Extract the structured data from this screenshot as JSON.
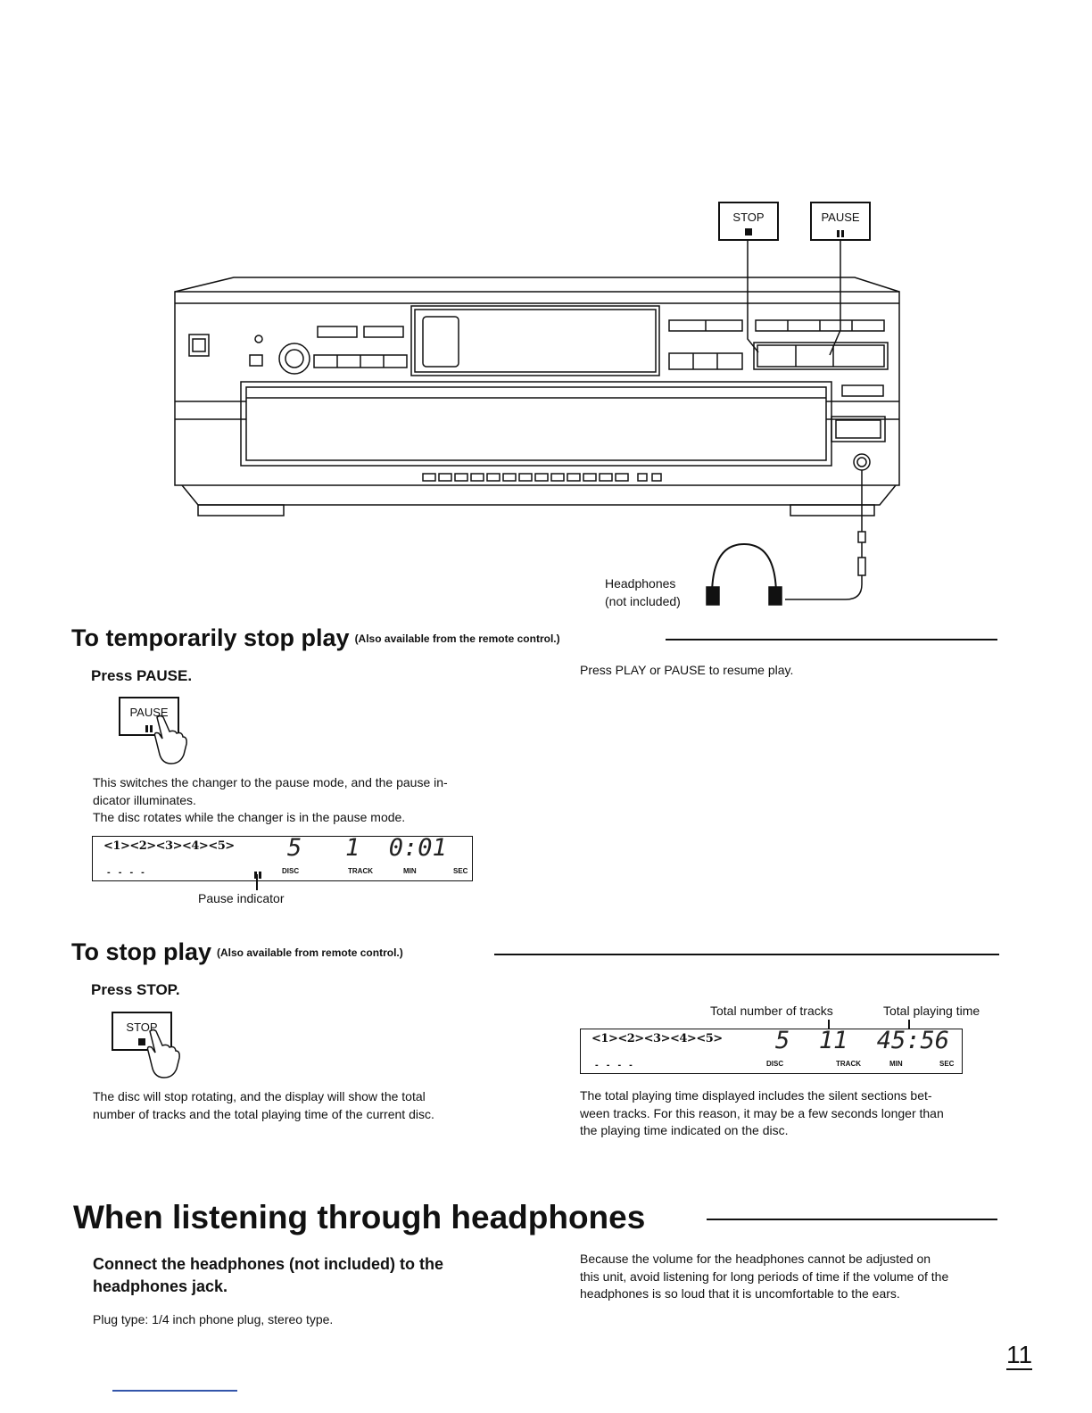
{
  "illustration": {
    "stop_label": "STOP",
    "pause_label": "PAUSE",
    "headphones_caption_1": "Headphones",
    "headphones_caption_2": "(not included)"
  },
  "section_stop_temp": {
    "heading": "To temporarily stop play",
    "note": "(Also available from the remote control.)",
    "instruction": "Press PAUSE.",
    "button_label": "PAUSE",
    "desc_line1": "This switches the changer to the pause mode, and the pause in-",
    "desc_line2": "dicator illuminates.",
    "desc_line3": "The disc rotates while the changer is in the pause mode.",
    "resume": "Press PLAY or PAUSE to resume play.",
    "display": {
      "discs": "<1><2><3><4><5>",
      "digits": "5   1  0:01",
      "disc_label": "DISC",
      "track_label": "TRACK",
      "min_label": "MIN",
      "sec_label": "SEC"
    },
    "pause_indicator": "Pause indicator"
  },
  "section_stop": {
    "heading": "To stop play",
    "note": "(Also available from remote control.)",
    "instruction": "Press STOP.",
    "button_label": "STOP",
    "desc_line1": "The disc will stop rotating, and the display will show the total",
    "desc_line2": "number of tracks and the total playing time of the current disc.",
    "total_tracks": "Total number of tracks",
    "total_time": "Total playing time",
    "display": {
      "discs": "<1><2><3><4><5>",
      "digits": "5  11  45:56",
      "disc_label": "DISC",
      "track_label": "TRACK",
      "min_label": "MIN",
      "sec_label": "SEC"
    },
    "info_line1": "The total playing time displayed includes the silent sections bet-",
    "info_line2": "ween tracks. For this reason, it may be a few seconds longer than",
    "info_line3": "the playing time indicated on the disc."
  },
  "section_headphones": {
    "heading": "When listening through headphones",
    "instruction_line1": "Connect the headphones (not included) to the",
    "instruction_line2": "headphones jack.",
    "plug": "Plug type: 1/4 inch phone plug, stereo type.",
    "warn_line1": "Because the volume for the headphones cannot be adjusted on",
    "warn_line2": "this unit, avoid listening for long periods of time if the volume of the",
    "warn_line3": "headphones is so loud that it is uncomfortable to the ears."
  },
  "page_number": "11"
}
